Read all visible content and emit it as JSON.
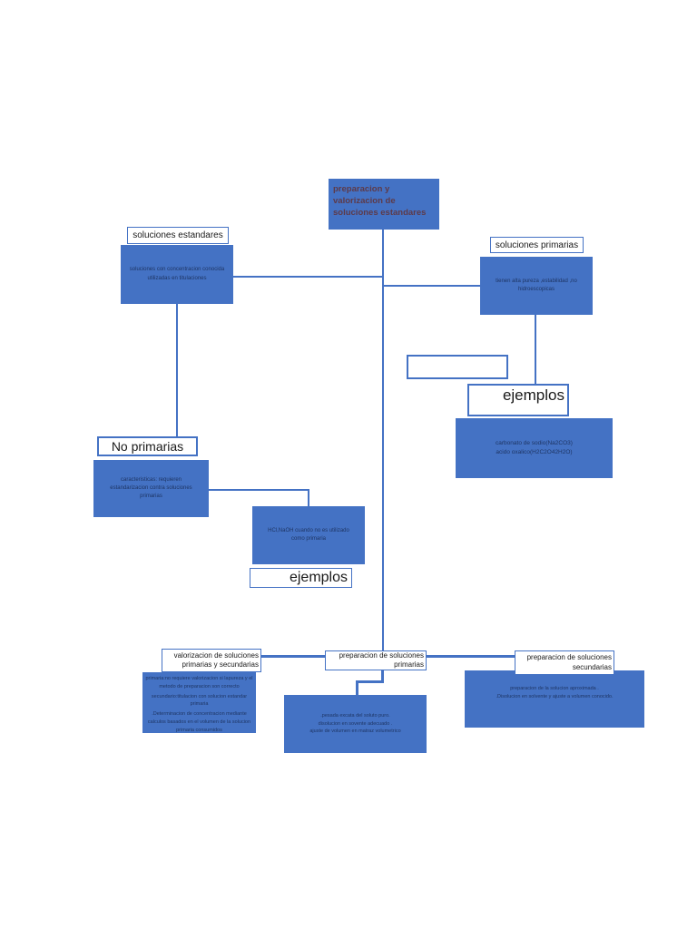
{
  "colors": {
    "box_fill": "#4472c4",
    "connector_line": "#4472c4",
    "box_border": "#4472c4",
    "heading_text": "#1a1a1a",
    "body_text": "#1e3564",
    "root_text": "#5d3a49",
    "page_background": "#ffffff"
  },
  "nodes": {
    "root": {
      "title": "preparacion y valorizacion de soluciones estandares"
    },
    "estandares": {
      "label": "soluciones estandares",
      "desc": "soluciones con concentracion conocida utilizadas en titulaciones"
    },
    "primarias": {
      "label": "soluciones primarias",
      "desc": "tienen alta pureza ,estabilidad ,no hidroescopicas"
    },
    "ejemplos_primarias": {
      "label": "ejemplos",
      "lines": [
        "carbonato de sodio(Na2CO3)",
        "acido oxalico(H2C2O42H2O)"
      ]
    },
    "no_primarias": {
      "label": "No  primarias",
      "desc": "caracteristicas: requieren estandarizacion contra soluciones primarias",
      "ejemplo_desc": "HCl,NaOH cuando no es utilizado como primaria",
      "ejemplos_label": "ejemplos"
    },
    "valorizacion": {
      "label": "valorizacion de soluciones primarias y secundarias",
      "lines": [
        "primaria:no requiere valorizacion si lapureza y el metodo de preparacion son correcto",
        "secundario:titulacion con  solucion estandar primaria",
        ".Determinacion de concentracion mediante calculos basados en el volumen de la solucion primaria consumidos"
      ]
    },
    "prep_primarias": {
      "label": "preparacion de soluciones primarias",
      "lines": [
        ".pesada excata del soluto puro.",
        "disolucion en sovente adecuado .",
        "ajuste de volumen en matraz volumetrico"
      ]
    },
    "prep_secundarias": {
      "label": "preparacion de soluciones secundarias",
      "lines": [
        "preparacion de la solucion aproximada .",
        ".Disolucion en solvente y ajuste a volumen conocido."
      ]
    }
  }
}
